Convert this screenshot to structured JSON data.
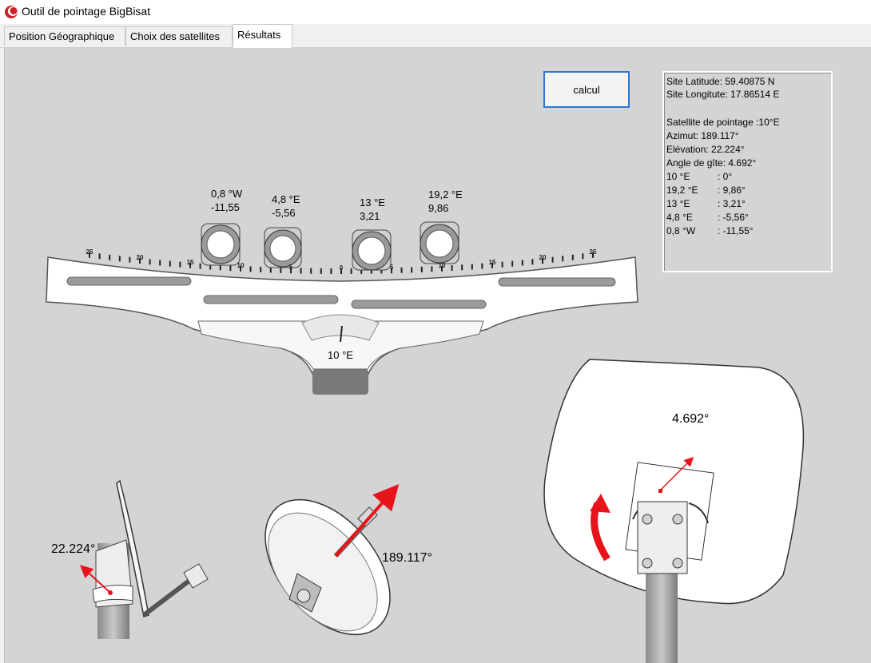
{
  "window": {
    "title": "Outil de pointage BigBisat"
  },
  "tabs": [
    {
      "label": "Position Géographique"
    },
    {
      "label": "Choix des satellites"
    },
    {
      "label": "Résultats"
    }
  ],
  "calc_button": "calcul",
  "results": {
    "latitude": "Site Latitude: 59.40875 N",
    "longitude": "Site Longitute: 17.86514 E",
    "satellite": "Satellite de pointage :10°E",
    "azimut": "Azimut: 189.117°",
    "elevation": "Elévation:  22.224°",
    "gite": "Angle de gîte:   4.692°",
    "offsets": [
      {
        "sat": "10 °E",
        "value": ": 0°"
      },
      {
        "sat": "19,2 °E",
        "value": ": 9,86°"
      },
      {
        "sat": "13 °E",
        "value": ": 3,21°"
      },
      {
        "sat": "4,8 °E",
        "value": ": -5,56°"
      },
      {
        "sat": "0,8 °W",
        "value": ": -11,55°"
      }
    ]
  },
  "lnbs": [
    {
      "name": "0,8 °W",
      "offset": "-11,55"
    },
    {
      "name": "4,8 °E",
      "offset": "-5,56"
    },
    {
      "name": "13 °E",
      "offset": "3,21"
    },
    {
      "name": "19,2 °E",
      "offset": "9,86"
    }
  ],
  "scale_ticks": [
    "25",
    "20",
    "15",
    "10",
    "5",
    "0",
    "5",
    "10",
    "15",
    "20",
    "25"
  ],
  "center_sat": "10 °E",
  "elevation_label": "22.224°",
  "azimuth_label": "189.117°",
  "skew_label": "4.692°",
  "colors": {
    "accent": "#2b78d4",
    "arrow": "#e8141c",
    "panel": "#d4d4d4"
  }
}
